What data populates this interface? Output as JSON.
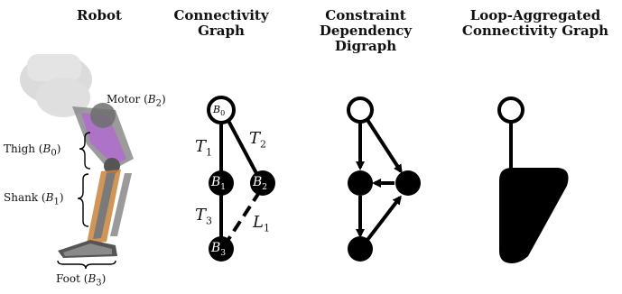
{
  "panels": {
    "robot": {
      "title": "Robot"
    },
    "connectivity": {
      "title_line1": "Connectivity",
      "title_line2": "Graph"
    },
    "constraint": {
      "title_line1": "Constraint Dependency",
      "title_line2": "Digraph"
    },
    "loop": {
      "title_line1": "Loop-Aggregated",
      "title_line2": "Connectivity Graph"
    }
  },
  "robot_labels": {
    "motor": {
      "text": "Motor (",
      "sym": "B",
      "sub": "2",
      "close": ")"
    },
    "thigh": {
      "text": "Thigh (",
      "sym": "B",
      "sub": "0",
      "close": ")"
    },
    "shank": {
      "text": "Shank (",
      "sym": "B",
      "sub": "1",
      "close": ")"
    },
    "foot": {
      "text": "Foot (",
      "sym": "B",
      "sub": "3",
      "close": ")"
    }
  },
  "connectivity_graph": {
    "nodes": [
      {
        "id": "B0",
        "sym": "B",
        "sub": "0",
        "style": "hollow"
      },
      {
        "id": "B1",
        "sym": "B",
        "sub": "1",
        "style": "filled"
      },
      {
        "id": "B2",
        "sym": "B",
        "sub": "2",
        "style": "filled"
      },
      {
        "id": "B3",
        "sym": "B",
        "sub": "3",
        "style": "filled"
      }
    ],
    "edges": [
      {
        "from": "B0",
        "to": "B1",
        "sym": "T",
        "sub": "1",
        "style": "solid"
      },
      {
        "from": "B0",
        "to": "B2",
        "sym": "T",
        "sub": "2",
        "style": "solid"
      },
      {
        "from": "B1",
        "to": "B3",
        "sym": "T",
        "sub": "3",
        "style": "solid"
      },
      {
        "from": "B2",
        "to": "B3",
        "sym": "L",
        "sub": "1",
        "style": "dashed"
      }
    ]
  },
  "constraint_digraph": {
    "edges": [
      {
        "from": "top",
        "to": "mid_left",
        "directed": true
      },
      {
        "from": "top",
        "to": "mid_right",
        "directed": true
      },
      {
        "from": "mid_right",
        "to": "mid_left",
        "directed": true
      },
      {
        "from": "mid_left",
        "to": "bottom",
        "directed": true
      },
      {
        "from": "bottom",
        "to": "mid_right",
        "directed": true
      }
    ]
  },
  "loop_graph": {
    "nodes": [
      {
        "id": "root",
        "style": "hollow"
      },
      {
        "id": "aggregate",
        "style": "filled-triangle"
      }
    ]
  },
  "colors": {
    "ink": "#000000",
    "robot_accent": "#b266d6",
    "robot_metal": "#8a8a8a",
    "robot_orange": "#c9843a"
  }
}
